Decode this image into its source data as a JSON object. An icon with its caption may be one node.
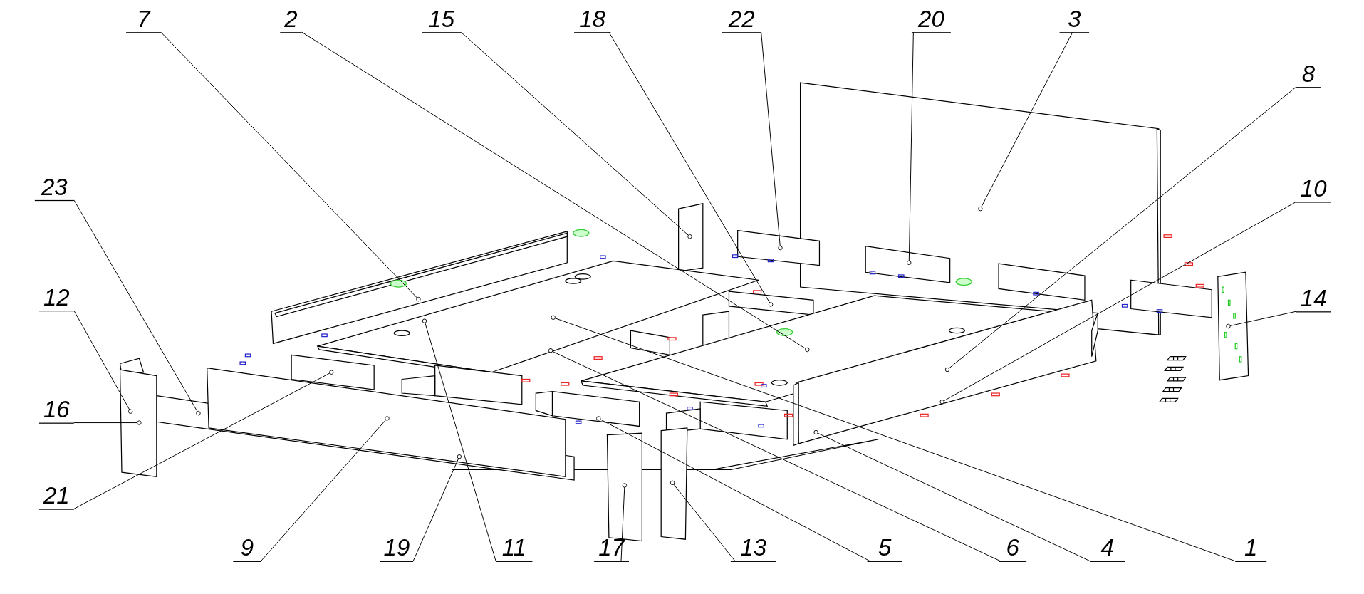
{
  "diagram": {
    "nodes": [
      {
        "text": [
          "7"
        ]
      },
      {
        "text": [
          "2"
        ]
      },
      {
        "text": [
          "15"
        ]
      },
      {
        "text": [
          "18"
        ]
      },
      {
        "text": [
          "22"
        ]
      },
      {
        "text": [
          "20"
        ]
      },
      {
        "text": [
          "3"
        ]
      },
      {
        "text": [
          "8"
        ]
      },
      {
        "text": [
          "23"
        ]
      },
      {
        "text": [
          "10"
        ]
      },
      {
        "text": [
          "12"
        ]
      },
      {
        "text": [
          "14"
        ]
      },
      {
        "text": [
          "16"
        ]
      },
      {
        "text": [
          "21"
        ]
      },
      {
        "text": [
          "9"
        ]
      },
      {
        "text": [
          "19"
        ]
      },
      {
        "text": [
          "11"
        ]
      },
      {
        "text": [
          "17"
        ]
      },
      {
        "text": [
          "13"
        ]
      },
      {
        "text": [
          "5"
        ]
      },
      {
        "text": [
          "6"
        ]
      },
      {
        "text": [
          "4"
        ]
      },
      {
        "text": [
          "1"
        ]
      }
    ],
    "edges": [
      {
        "from": 0,
        "to": null,
        "arrow": "other"
      },
      {
        "from": 1,
        "to": null,
        "arrow": "other"
      },
      {
        "from": 2,
        "to": null,
        "arrow": "other"
      },
      {
        "from": 3,
        "to": null,
        "arrow": "other"
      },
      {
        "from": 4,
        "to": null,
        "arrow": "other"
      },
      {
        "from": 5,
        "to": null,
        "arrow": "other"
      },
      {
        "from": 6,
        "to": null,
        "arrow": "other"
      },
      {
        "from": 7,
        "to": null,
        "arrow": "other"
      },
      {
        "from": 8,
        "to": null,
        "arrow": "other"
      },
      {
        "from": 9,
        "to": null,
        "arrow": "other"
      },
      {
        "from": 10,
        "to": null,
        "arrow": "other"
      },
      {
        "from": 11,
        "to": null,
        "arrow": "other"
      },
      {
        "from": 12,
        "to": null,
        "arrow": "other"
      },
      {
        "from": 13,
        "to": null,
        "arrow": "other"
      },
      {
        "from": 14,
        "to": null,
        "arrow": "other"
      },
      {
        "from": 15,
        "to": null,
        "arrow": "other"
      },
      {
        "from": 16,
        "to": null,
        "arrow": "other"
      },
      {
        "from": 17,
        "to": null,
        "arrow": "other"
      },
      {
        "from": 18,
        "to": null,
        "arrow": "other"
      },
      {
        "from": 19,
        "to": null,
        "arrow": "other"
      },
      {
        "from": 20,
        "to": null,
        "arrow": "other"
      },
      {
        "from": 21,
        "to": null,
        "arrow": "other"
      },
      {
        "from": 22,
        "to": null,
        "arrow": "other"
      }
    ]
  }
}
